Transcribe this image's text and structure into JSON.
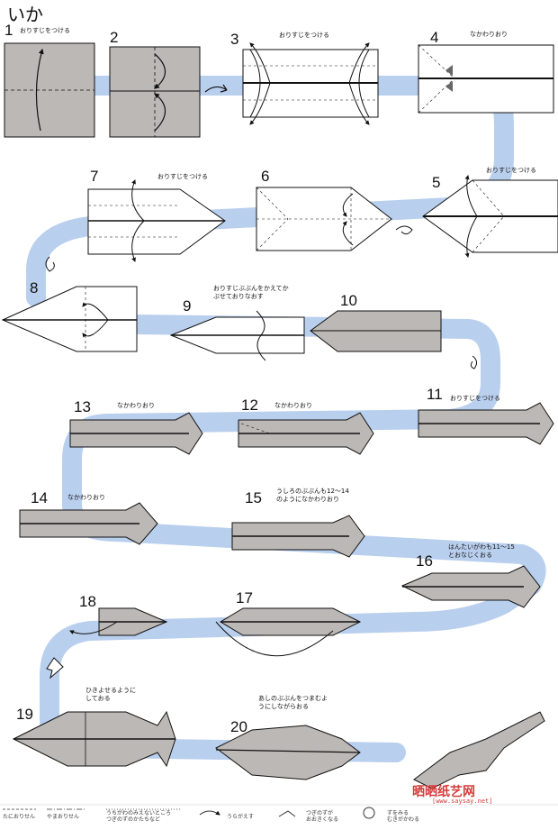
{
  "title": "いか",
  "steps": {
    "s1": {
      "number": "1",
      "note": "おりすじをつける"
    },
    "s2": {
      "number": "2"
    },
    "s3": {
      "number": "3",
      "note": "おりすじをつける"
    },
    "s4": {
      "number": "4",
      "note": "なかわりおり"
    },
    "s5": {
      "number": "5",
      "note": "おりすじをつける"
    },
    "s6": {
      "number": "6"
    },
    "s7": {
      "number": "7",
      "note": "おりすじをつける"
    },
    "s8": {
      "number": "8"
    },
    "s9": {
      "number": "9",
      "note_line1": "おりすじぶぶんをかえてか",
      "note_line2": "ぶせておりなおす"
    },
    "s10": {
      "number": "10"
    },
    "s11": {
      "number": "11",
      "note": "おりすじをつける"
    },
    "s12": {
      "number": "12",
      "note": "なかわりおり"
    },
    "s13": {
      "number": "13",
      "note": "なかわりおり"
    },
    "s14": {
      "number": "14",
      "note": "なかわりおり"
    },
    "s15": {
      "number": "15",
      "note_line1": "うしろのぶぶんも12～14",
      "note_line2": "のようになかわりおり"
    },
    "s16": {
      "number": "16",
      "note_line1": "はんたいがわも11～15",
      "note_line2": "とおなじくおる"
    },
    "s17": {
      "number": "17"
    },
    "s18": {
      "number": "18"
    },
    "s19": {
      "number": "19",
      "note_line1": "ひきよせるように",
      "note_line2": "しておる"
    },
    "s20": {
      "number": "20",
      "note_line1": "あしのぶぶんをつまむよ",
      "note_line2": "うにしながらおる"
    }
  },
  "legend": {
    "valley": "たにおりせん",
    "mountain": "やまおりせん",
    "hidden_line1": "うちがわのみえないところ",
    "hidden_line2": "つぎのずのかたちなど",
    "flip": "うらがえす",
    "enlarge_line1": "つぎのずが",
    "enlarge_line2": "おおきくなる",
    "rotate_line1": "ずをみる",
    "rotate_line2": "むきがかわる"
  },
  "watermark": {
    "brand": "晒晒纸艺网",
    "url": "[www.saysay.net]"
  },
  "colors": {
    "path": "#b9cfee",
    "paper": "#bcb8b5",
    "line": "#1a1a1a",
    "watermark": "#d43c3c"
  }
}
